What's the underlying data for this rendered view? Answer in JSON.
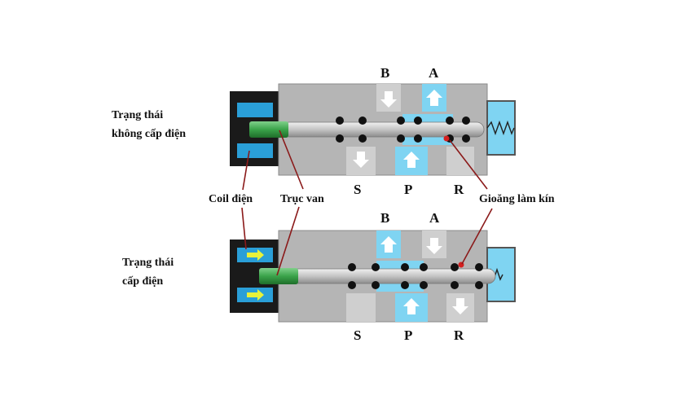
{
  "states": {
    "off": [
      "Trạng thái",
      "không cấp điện"
    ],
    "on": [
      "Trạng thái",
      "cấp điện"
    ]
  },
  "ports": {
    "top": {
      "b": "B",
      "a": "A",
      "s": "S",
      "p": "P",
      "r": "R"
    },
    "bottom": {
      "b": "B",
      "a": "A",
      "s": "S",
      "p": "P",
      "r": "R"
    }
  },
  "callouts": {
    "coil": "Coil điện",
    "spool": "Trục van",
    "seal": "Gioăng làm kín"
  },
  "colors": {
    "body": "#b5b5b5",
    "body_dark": "#8a8a8a",
    "pressure": "#7fd4f2",
    "coil_housing": "#1a1a1a",
    "coil": "#2a9fd8",
    "coil_active_arrow": "#e8f23a",
    "plunger": "#3aa34a",
    "spool": "#cfcfcf",
    "seal": "#111111",
    "seal_marker": "#d42020",
    "leader_line": "#8b1a1a"
  },
  "icons": [
    "down-arrow-icon",
    "up-arrow-icon",
    "spring-icon",
    "energized-arrow-icon"
  ]
}
